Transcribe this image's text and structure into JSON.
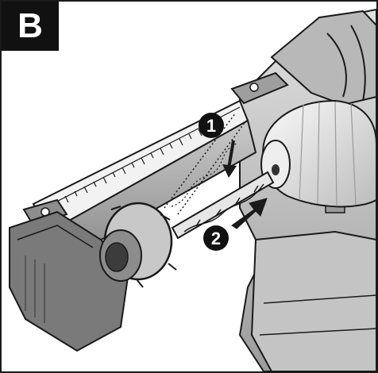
{
  "panel": {
    "label": "B"
  },
  "steps": [
    {
      "number": "1",
      "action": "insert-drill-bit"
    },
    {
      "number": "2",
      "action": "push-into-chuck"
    }
  ],
  "colors": {
    "body_light": "#d4d4d4",
    "body_mid": "#a9a9a9",
    "body_dark": "#6e6e6e",
    "outline": "#1a1a1a",
    "label_bg": "#111111",
    "label_text": "#ffffff"
  },
  "icons": [
    "drill-bit-icon",
    "arrow-down-icon",
    "arrow-right-icon"
  ]
}
